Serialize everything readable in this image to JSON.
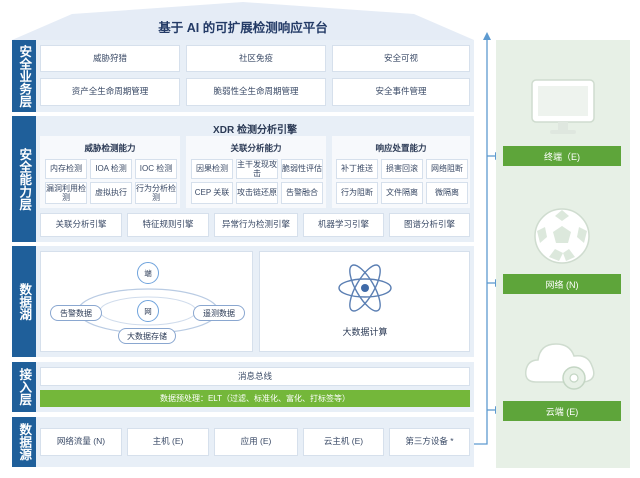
{
  "title": "基于 AI 的可扩展检测响应平台",
  "layers": {
    "business": {
      "label": "安全业务层",
      "items": [
        "威胁狩猎",
        "社区免疫",
        "安全可视",
        "资产全生命周期管理",
        "脆弱性全生命周期管理",
        "安全事件管理"
      ]
    },
    "capability": {
      "label": "安全能力层",
      "engine_title": "XDR 检测分析引擎",
      "groups": [
        {
          "title": "威胁检测能力",
          "items": [
            "内存检测",
            "IOA 检测",
            "IOC 检测",
            "漏洞利用检测",
            "虚拟执行",
            "行为分析检测"
          ]
        },
        {
          "title": "关联分析能力",
          "items": [
            "因果检测",
            "主干发现攻击",
            "脆弱性评估",
            "CEP 关联",
            "攻击链还原",
            "告警融合"
          ]
        },
        {
          "title": "响应处置能力",
          "items": [
            "补丁推送",
            "损害回滚",
            "网络阻断",
            "行为阻断",
            "文件隔离",
            "微隔离"
          ]
        }
      ],
      "engines": [
        "关联分析引擎",
        "特征规则引擎",
        "异常行为检测引擎",
        "机器学习引擎",
        "图谱分析引擎"
      ]
    },
    "datalake": {
      "label": "数据湖",
      "nodes": {
        "endpoint": "端",
        "network": "网",
        "alert": "告警数据",
        "remote": "遥测数据",
        "storage": "大数据存储"
      },
      "compute": "大数据计算"
    },
    "access": {
      "label": "接入层",
      "bus": "消息总线",
      "preprocess": "数据预处理：ELT（过滤、标准化、富化、打标签等）"
    },
    "datasource": {
      "label": "数据源",
      "items": [
        "网络流量 (N)",
        "主机 (E)",
        "应用 (E)",
        "云主机 (E)",
        "第三方设备 *"
      ]
    }
  },
  "endpoints": [
    {
      "label": "终端（E)",
      "icon": "monitor-icon"
    },
    {
      "label": "网络 (N)",
      "icon": "soccer-ball-icon"
    },
    {
      "label": "云端 (E)",
      "icon": "cloud-gear-icon"
    }
  ],
  "colors": {
    "layer_label": "#1f5f9a",
    "layer_bg": "#e8eff7",
    "green": "#74b73a",
    "right_bg": "#e7f0e6"
  }
}
